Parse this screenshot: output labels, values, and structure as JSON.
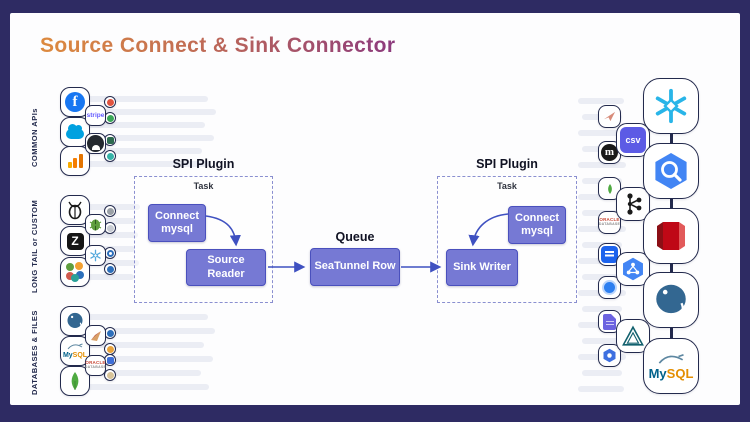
{
  "title": {
    "text": "Source Connect & Sink Connector"
  },
  "colors": {
    "background": "#2e2b63",
    "card": "#fdfdfe",
    "title_gradient_start": "#dd8a3e",
    "title_gradient_end": "#8c3a7d",
    "node_fill": "#7679d4",
    "node_border": "#4a50bd",
    "arrow": "#3f51c1",
    "dashed_border": "#8a8fd0",
    "stripe": "#ebedf4",
    "tile_border": "#232a4d"
  },
  "left_panel": {
    "groups": [
      {
        "label": "COMMON APIs",
        "icons": [
          "facebook-icon",
          "stripe-icon",
          "salesforce-icon",
          "github-icon",
          "google-analytics-icon"
        ]
      },
      {
        "label": "LONG TAIL or CUSTOM",
        "icons": [
          "firefly-icon",
          "beetle-icon",
          "zendesk-icon",
          "snowflake-small-icon",
          "app-cluster-icon"
        ]
      },
      {
        "label": "DATABASES & FILES",
        "icons": [
          "postgresql-icon",
          "kite-icon",
          "mysql-icon",
          "oracle-icon",
          "mongodb-icon"
        ]
      }
    ]
  },
  "pipeline": {
    "source_plugin": {
      "title": "SPI Plugin",
      "task_label": "Task",
      "connect_label": "Connect mysql",
      "node_label": "Source Reader"
    },
    "queue": {
      "title": "Queue",
      "node_label": "SeaTunnel Row"
    },
    "sink_plugin": {
      "title": "SPI Plugin",
      "task_label": "Task",
      "connect_label": "Connect mysql",
      "node_label": "Sink Writer"
    }
  },
  "right_panel": {
    "large_icons": [
      "snowflake-icon",
      "bigquery-icon",
      "redshift-icon",
      "postgresql-icon",
      "mysql-icon"
    ],
    "medium_icons": [
      "csv-file-icon",
      "kafka-icon",
      "dataproc-icon",
      "delta-lake-icon"
    ],
    "small_icons": [
      "bird-icon",
      "medium-icon",
      "mongodb-leaf-icon",
      "oracle-icon",
      "container-icon",
      "hex-ring-icon",
      "document-icon",
      "hex-badge-icon"
    ]
  },
  "icon_text": {
    "facebook": "f",
    "stripe": "stripe",
    "zendesk": "Z",
    "csv": "csv",
    "medium": "m",
    "oracle_top": "ORACLE",
    "oracle_bottom": "DATABASE",
    "mysql_my": "My",
    "mysql_sql": "SQL"
  }
}
